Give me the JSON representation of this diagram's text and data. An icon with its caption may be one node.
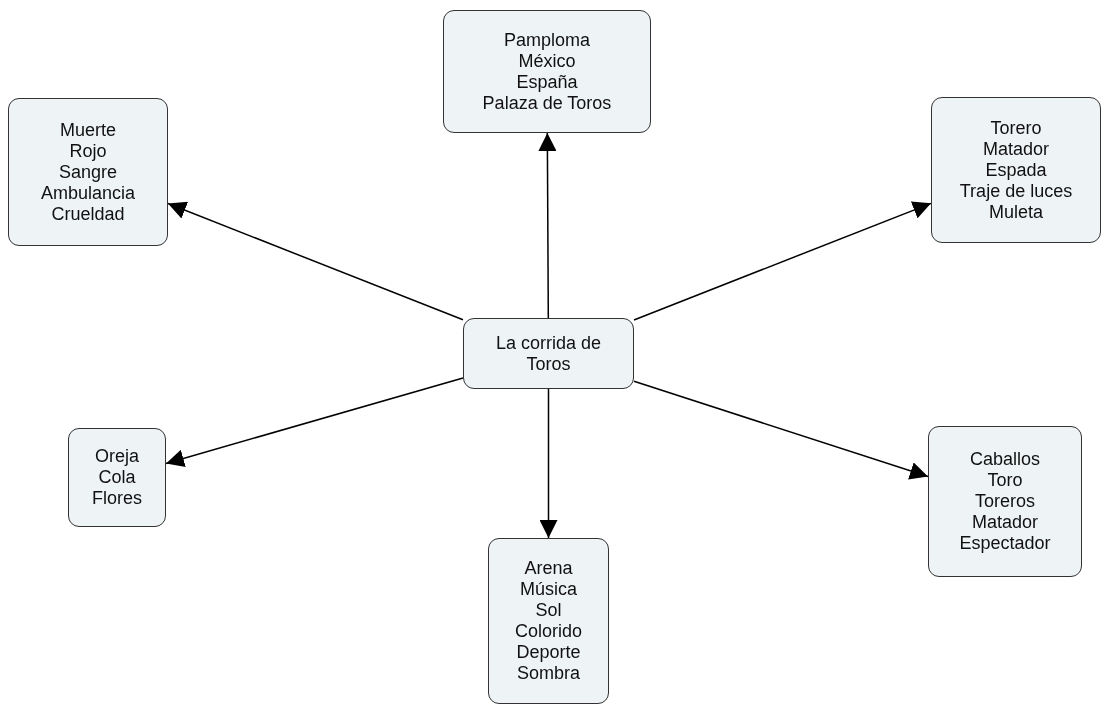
{
  "diagram": {
    "nodes": [
      {
        "text": [
          "La corrida de Toros"
        ]
      },
      {
        "text": [
          "Pamploma",
          "México",
          "España",
          "Palaza de Toros"
        ]
      },
      {
        "text": [
          "Muerte",
          "Rojo",
          "Sangre",
          "Ambulancia",
          "Crueldad"
        ]
      },
      {
        "text": [
          "Torero",
          "Matador",
          "Espada",
          "Traje de luces",
          "Muleta"
        ]
      },
      {
        "text": [
          "Oreja",
          "Cola",
          "Flores"
        ]
      },
      {
        "text": [
          "Arena",
          "Música",
          "Sol",
          "Colorido",
          "Deporte",
          "Sombra"
        ]
      },
      {
        "text": [
          "Caballos",
          "Toro",
          "Toreros",
          "Matador",
          "Espectador"
        ]
      }
    ],
    "edges": [
      {
        "from": 0,
        "to": 1,
        "arrow": "to"
      },
      {
        "from": 0,
        "to": 2,
        "arrow": "to"
      },
      {
        "from": 0,
        "to": 3,
        "arrow": "to"
      },
      {
        "from": 0,
        "to": 4,
        "arrow": "to"
      },
      {
        "from": 0,
        "to": 5,
        "arrow": "to"
      },
      {
        "from": 0,
        "to": 6,
        "arrow": "to"
      }
    ]
  }
}
